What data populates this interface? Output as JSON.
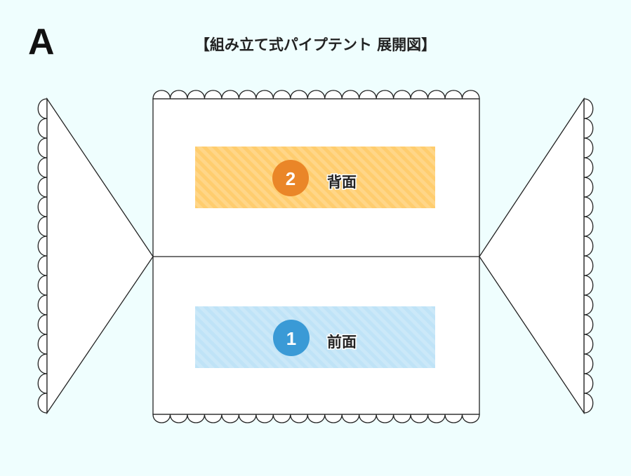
{
  "diagram": {
    "letter": "A",
    "title": "【組み立て式パイプテント 展開図】",
    "panels": [
      {
        "number": "2",
        "label": "背面",
        "color": "#ffcd6e",
        "badge_color": "#ea8628"
      },
      {
        "number": "1",
        "label": "前面",
        "color": "#bfe3f7",
        "badge_color": "#3a9ad6"
      }
    ]
  }
}
